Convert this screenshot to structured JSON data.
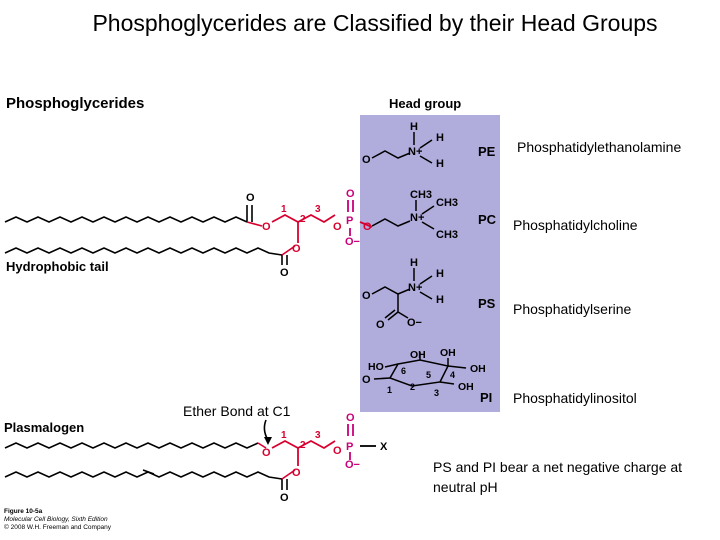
{
  "title": "Phosphoglycerides are Classified by their Head Groups",
  "colors": {
    "panel": "#b0acdc",
    "red": "#d8002f",
    "magenta": "#c8007a",
    "text": "#000000"
  },
  "diagram": {
    "phosphoglycerides_label": "Phosphoglycerides",
    "head_group_label": "Head group",
    "hydrophobic_tail_label": "Hydrophobic tail",
    "plasmalogen_label": "Plasmalogen",
    "ether_bond_label": "Ether Bond at C1",
    "atoms": {
      "o": "O",
      "o_minus": "O−",
      "p": "P",
      "x": "X",
      "oh": "OH",
      "ho": "HO",
      "h": "H",
      "n_plus": "N+",
      "ch3": "CH3"
    },
    "carbon_numbers": [
      "1",
      "2",
      "3"
    ],
    "ring_numbers": [
      "1",
      "2",
      "3",
      "4",
      "5",
      "6"
    ],
    "head_groups": [
      {
        "abbr": "PE",
        "name": "Phosphatidylethanolamine"
      },
      {
        "abbr": "PC",
        "name": "Phosphatidylcholine"
      },
      {
        "abbr": "PS",
        "name": "Phosphatidylserine"
      },
      {
        "abbr": "PI",
        "name": "Phosphatidylinositol"
      }
    ]
  },
  "note": "PS and PI bear a net negative charge at neutral pH",
  "figure_caption": {
    "line1": "Figure 10-5a",
    "line2": "Molecular Cell Biology, Sixth Edition",
    "line3": "© 2008 W.H. Freeman and Company"
  }
}
